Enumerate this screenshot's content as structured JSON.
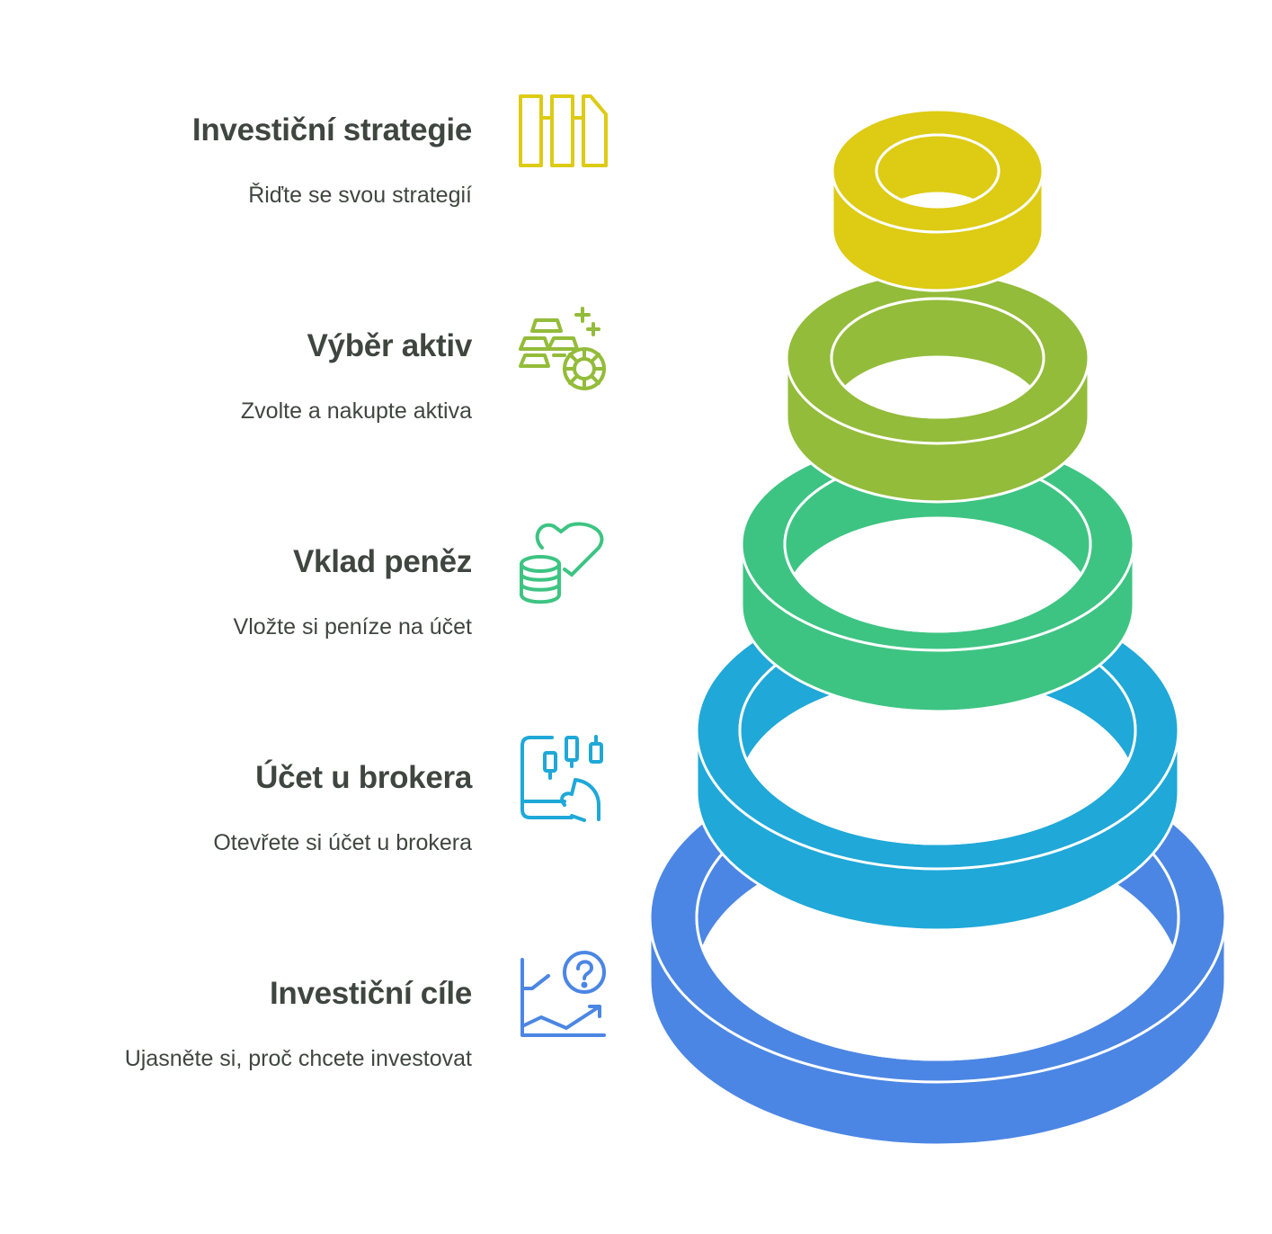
{
  "steps": [
    {
      "title": "Investiční strategie",
      "desc": "Řiďte se svou strategií",
      "icon": "strategy-columns-icon",
      "color": "#DDCB14"
    },
    {
      "title": "Výběr aktiv",
      "desc": "Zvolte a nakupte aktiva",
      "icon": "gold-bars-coin-icon",
      "color": "#93BC3A"
    },
    {
      "title": "Vklad peněz",
      "desc": "Vložte si peníze na účet",
      "icon": "coins-heart-icon",
      "color": "#3DC482"
    },
    {
      "title": "Účet u brokera",
      "desc": "Otevřete si účet u brokera",
      "icon": "trading-phone-icon",
      "color": "#1FA8D8"
    },
    {
      "title": "Investiční cíle",
      "desc": "Ujasněte si, proč chcete investovat",
      "icon": "chart-question-icon",
      "color": "#4C86E4"
    }
  ]
}
